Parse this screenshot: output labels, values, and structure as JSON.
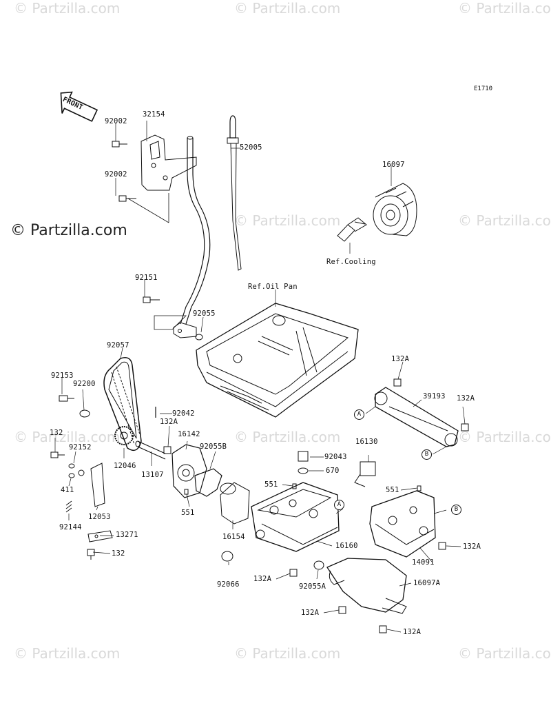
{
  "watermark": {
    "text": "© Partzilla.com",
    "main": "© Partzilla.com"
  },
  "diagram_code": "E1710",
  "front_label": "FRONT",
  "refs": {
    "cooling": "Ref.Cooling",
    "oil_pan": "Ref.Oil Pan"
  },
  "callouts": {
    "A": "A",
    "B": "B"
  },
  "parts": {
    "p32154": "32154",
    "p92002a": "92002",
    "p92002b": "92002",
    "p52005": "52005",
    "p16097": "16097",
    "p92151": "92151",
    "p92055": "92055",
    "p92057": "92057",
    "p92153": "92153",
    "p92200": "92200",
    "p92042": "92042",
    "p132A_1": "132A",
    "p16142": "16142",
    "p92055B": "92055B",
    "p132_1": "132",
    "p92152": "92152",
    "p12046": "12046",
    "p13107": "13107",
    "p411": "411",
    "p12053": "12053",
    "p92144": "92144",
    "p13271": "13271",
    "p132_2": "132",
    "p551_1": "551",
    "p16154": "16154",
    "p92066": "92066",
    "p132A_2": "132A",
    "p92055A": "92055A",
    "p551_2": "551",
    "p92043": "92043",
    "p670": "670",
    "p16130": "16130",
    "p16160": "16160",
    "p132A_3": "132A",
    "p39193": "39193",
    "p132A_4": "132A",
    "p551_3": "551",
    "p132A_5": "132A",
    "p14091": "14091",
    "p16097A": "16097A",
    "p132A_6": "132A",
    "p132A_7": "132A"
  }
}
